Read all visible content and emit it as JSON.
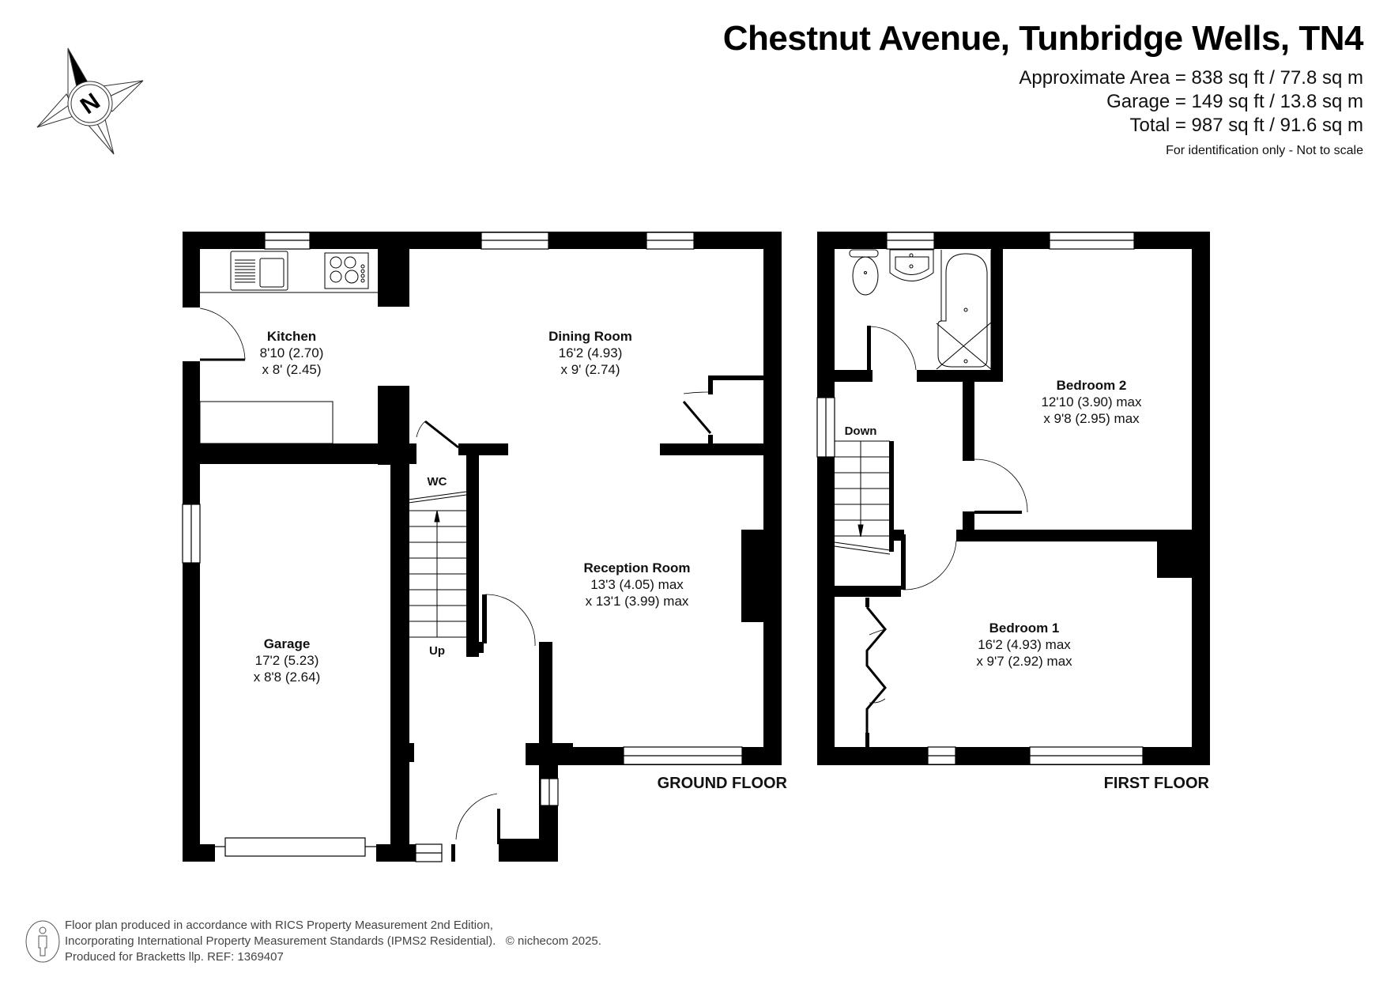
{
  "header": {
    "title": "Chestnut Avenue, Tunbridge Wells, TN4",
    "areas": [
      "Approximate Area = 838 sq ft / 77.8 sq m",
      "Garage = 149 sq ft / 13.8 sq m",
      "Total = 987 sq ft / 91.6 sq m"
    ],
    "disclaimer": "For identification only - Not to scale"
  },
  "compass": {
    "label": "N",
    "icon": "north-arrow-compass-icon"
  },
  "ground_floor": {
    "label": "GROUND FLOOR",
    "rooms": [
      {
        "name": "Kitchen",
        "dim1": "8'10 (2.70)",
        "dim2": "x 8' (2.45)"
      },
      {
        "name": "Dining Room",
        "dim1": "16'2 (4.93)",
        "dim2": "x 9' (2.74)"
      },
      {
        "name": "Reception Room",
        "dim1": "13'3 (4.05) max",
        "dim2": "x 13'1 (3.99) max"
      },
      {
        "name": "Garage",
        "dim1": "17'2 (5.23)",
        "dim2": "x 8'8 (2.64)"
      },
      {
        "name": "WC"
      }
    ],
    "stairs_label": "Up"
  },
  "first_floor": {
    "label": "FIRST FLOOR",
    "rooms": [
      {
        "name": "Bedroom 2",
        "dim1": "12'10 (3.90) max",
        "dim2": "x 9'8 (2.95) max"
      },
      {
        "name": "Bedroom 1",
        "dim1": "16'2 (4.93) max",
        "dim2": "x 9'7 (2.92) max"
      }
    ],
    "stairs_label": "Down"
  },
  "footer": {
    "lines": [
      "Floor plan produced in accordance with RICS Property Measurement 2nd Edition,",
      "Incorporating International Property Measurement Standards (IPMS2 Residential).",
      "Produced for Bracketts llp.   REF: 1369407"
    ],
    "copyright": "© nichecom 2025."
  },
  "colors": {
    "wall": "#000000",
    "background": "#ffffff",
    "text": "#111111"
  }
}
